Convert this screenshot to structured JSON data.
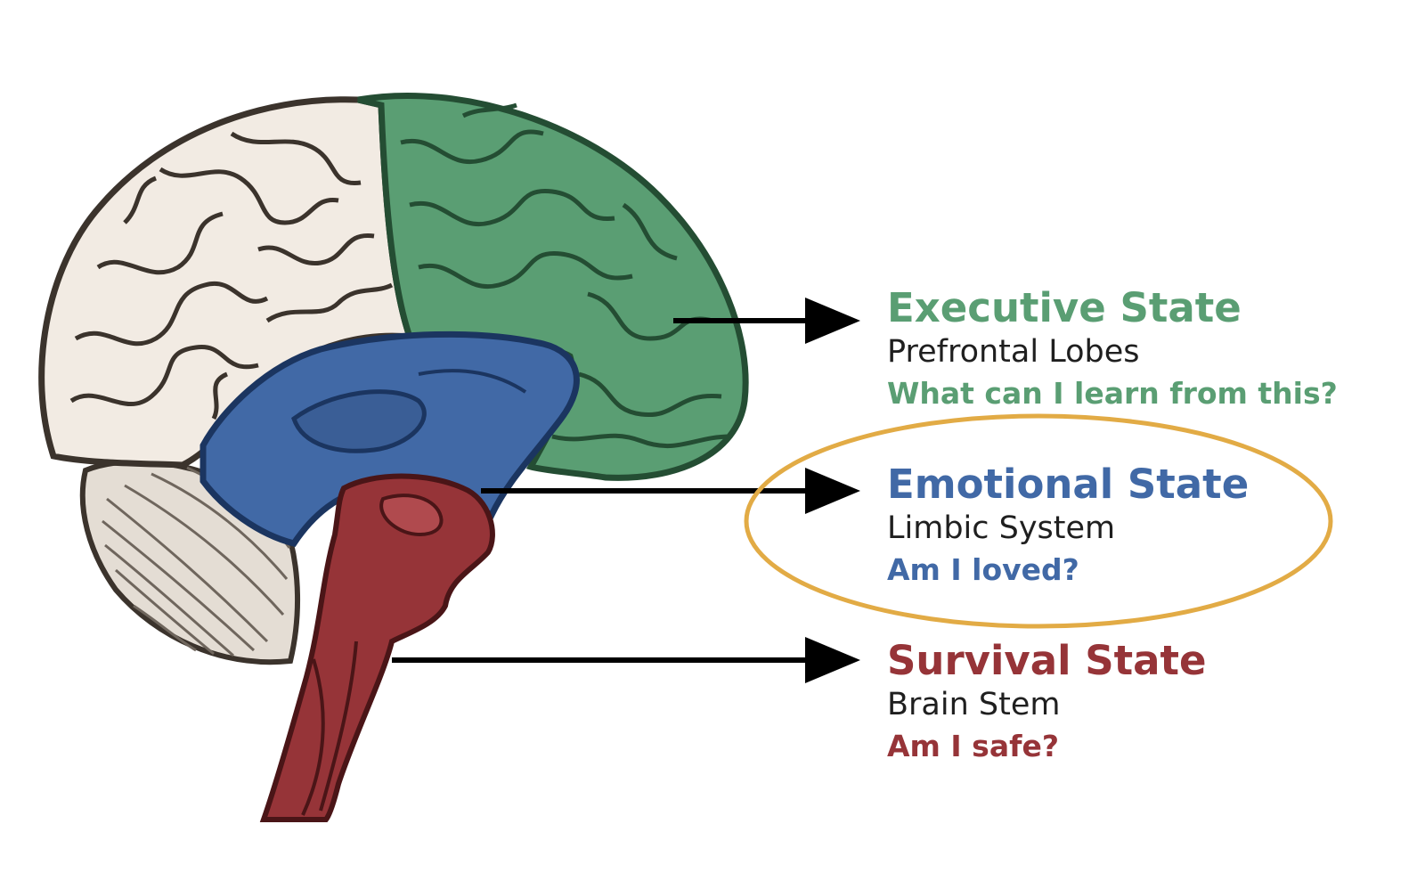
{
  "colors": {
    "executive": "#5a9e73",
    "emotional": "#4169a6",
    "survival": "#963438",
    "highlight": "#e2ab45",
    "cortex": "#f2ebe3",
    "arrow": "#000000",
    "region_text": "#1f1f1f"
  },
  "states": [
    {
      "key": "executive",
      "title": "Executive State",
      "region": "Prefrontal Lobes",
      "question": "What can I learn from this?"
    },
    {
      "key": "emotional",
      "title": "Emotional State",
      "region": "Limbic System",
      "question": "Am I loved?",
      "highlighted": true
    },
    {
      "key": "survival",
      "title": "Survival State",
      "region": "Brain Stem",
      "question": "Am I safe?"
    }
  ],
  "illustration": {
    "subject": "brain-side-view",
    "regions": [
      "cortex",
      "prefrontal-lobes",
      "limbic-system",
      "cerebellum",
      "brain-stem"
    ]
  }
}
